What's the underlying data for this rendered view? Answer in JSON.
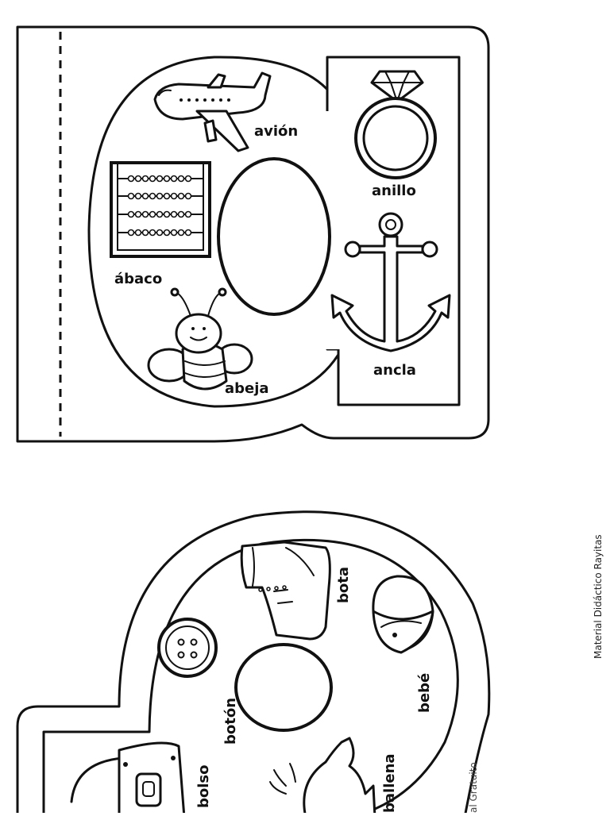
{
  "credit": "Material Didáctico Rayitas",
  "watermark": "al Gratuito",
  "card_a": {
    "words": [
      "avión",
      "anillo",
      "ábaco",
      "ancla",
      "abeja"
    ]
  },
  "card_b": {
    "words": [
      "bota",
      "bebé",
      "botón",
      "bolso",
      "ballena"
    ]
  }
}
